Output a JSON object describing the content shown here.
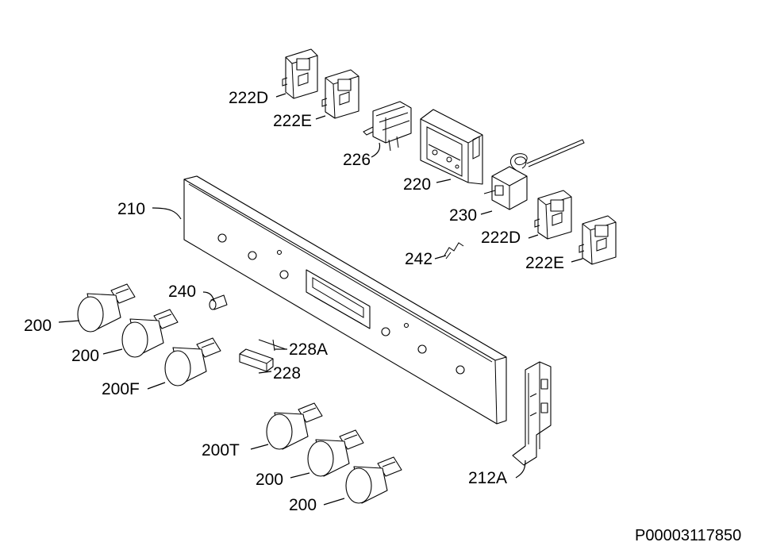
{
  "labels": {
    "l_222D_a": "222D",
    "l_222E_a": "222E",
    "l_226": "226",
    "l_220": "220",
    "l_210": "210",
    "l_230": "230",
    "l_222D_b": "222D",
    "l_242": "242",
    "l_222E_b": "222E",
    "l_240": "240",
    "l_200_a": "200",
    "l_200_b": "200",
    "l_228A": "228A",
    "l_228": "228",
    "l_200F": "200F",
    "l_200T": "200T",
    "l_200_c": "200",
    "l_200_d": "200",
    "l_212A": "212A"
  },
  "document_id": "P00003117850"
}
